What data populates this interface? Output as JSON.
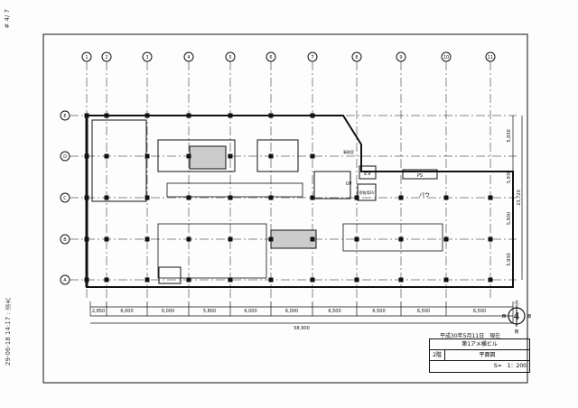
{
  "header": {
    "page_mark": "# 4/ 7",
    "fax_stamp": "29-06-18 14:17 : 淡大"
  },
  "grid": {
    "columns": [
      "1",
      "2",
      "3",
      "4",
      "5",
      "6",
      "7",
      "8",
      "9",
      "10",
      "11"
    ],
    "rows": [
      "E",
      "D",
      "C",
      "B",
      "A"
    ]
  },
  "dimensions": {
    "horizontal": [
      "2,850",
      "6,000",
      "6,000",
      "5,800",
      "6,000",
      "6,000",
      "6,500",
      "6,500",
      "6,500",
      "6,500"
    ],
    "horizontal_total": "58,900",
    "vertical": [
      "5,930",
      "5,930",
      "5,930",
      "5,930"
    ],
    "vertical_total": "23,720"
  },
  "rooms": {
    "ev": "EV",
    "freight_ev": "荷物用EV",
    "ps": "PS",
    "pau": "パウ",
    "up": "UP",
    "office": "事務室"
  },
  "compass": {
    "north": "北",
    "east": "東",
    "south": "南",
    "west": "西"
  },
  "title_block": {
    "date": "平成30年5月11日　現在",
    "building": "第1アメ横ビル",
    "floor": "2階",
    "drawing": "平面図",
    "scale": "S=　1：200"
  }
}
